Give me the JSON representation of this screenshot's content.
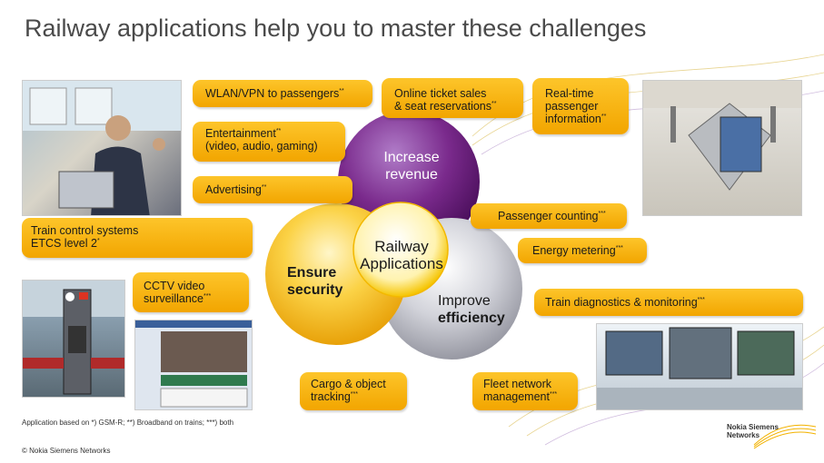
{
  "slide": {
    "title": "Railway applications help you to master these challenges",
    "footnote": "Application based on *) GSM-R; **) Broadband on trains; ***) both",
    "copyright": "© Nokia Siemens Networks",
    "logo_line1": "Nokia Siemens",
    "logo_line2": "Networks"
  },
  "center": {
    "line1": "Railway",
    "line2": "Applications"
  },
  "circles": {
    "revenue": {
      "line1": "Increase",
      "line2": "revenue",
      "color": "#7a2a8c"
    },
    "security": {
      "line1": "Ensure",
      "line2": "security",
      "color": "#f5b400"
    },
    "efficiency": {
      "line1": "Improve",
      "line2": "efficiency",
      "color": "#9a9aa4"
    }
  },
  "labels": {
    "wlan": {
      "text": "WLAN/VPN to passengers",
      "mark": "**"
    },
    "ticket_1": {
      "text": "Online ticket sales"
    },
    "ticket_2": {
      "text": "& seat reservations",
      "mark": "**"
    },
    "realtime_1": {
      "text": "Real-time"
    },
    "realtime_2": {
      "text": "passenger"
    },
    "realtime_3": {
      "text": "information",
      "mark": "**"
    },
    "entertainment_1": {
      "text": "Entertainment",
      "mark": "**"
    },
    "entertainment_2": {
      "text": "(video, audio, gaming)"
    },
    "advertising": {
      "text": "Advertising",
      "mark": "**"
    },
    "passenger_counting": {
      "text": "Passenger counting",
      "mark": "***"
    },
    "train_control_1": {
      "text": "Train control systems"
    },
    "train_control_2": {
      "text": "ETCS level 2",
      "mark": "*"
    },
    "energy": {
      "text": "Energy metering",
      "mark": "***"
    },
    "cctv_1": {
      "text": "CCTV video"
    },
    "cctv_2": {
      "text": "surveillance",
      "mark": "***"
    },
    "diagnostics": {
      "text": "Train diagnostics & monitoring",
      "mark": "***"
    },
    "cargo_1": {
      "text": "Cargo & object"
    },
    "cargo_2": {
      "text": "tracking",
      "mark": "***"
    },
    "fleet_1": {
      "text": "Fleet network"
    },
    "fleet_2": {
      "text": "management",
      "mark": "***"
    }
  },
  "colors": {
    "pill": "#f7b416",
    "accent_purple": "#7a2a8c",
    "accent_yellow": "#f5b400",
    "accent_grey": "#9a9aa4"
  }
}
